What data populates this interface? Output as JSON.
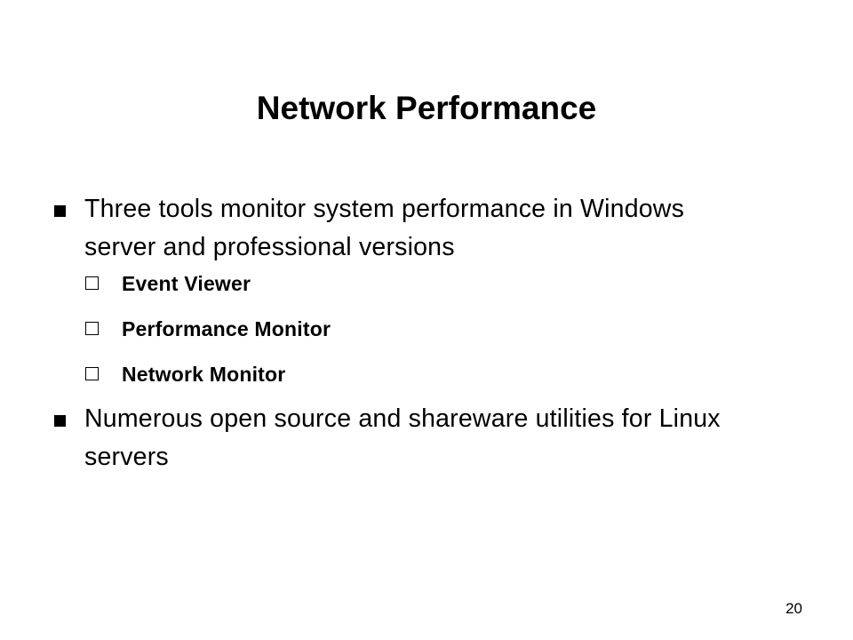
{
  "slide": {
    "title": "Network Performance",
    "bullets": [
      {
        "text": "Three tools monitor system performance in Windows server and professional versions",
        "icon": "filled-square-bullet",
        "sub_items": [
          {
            "text": "Event Viewer",
            "icon": "hollow-square-bullet"
          },
          {
            "text": "Performance Monitor",
            "icon": "hollow-square-bullet"
          },
          {
            "text": "Network Monitor",
            "icon": "hollow-square-bullet"
          }
        ]
      },
      {
        "text": "Numerous open source and shareware utilities for Linux servers",
        "icon": "filled-square-bullet",
        "sub_items": []
      }
    ],
    "page_number": "20"
  },
  "colors": {
    "background": "#ffffff",
    "text": "#000000"
  }
}
